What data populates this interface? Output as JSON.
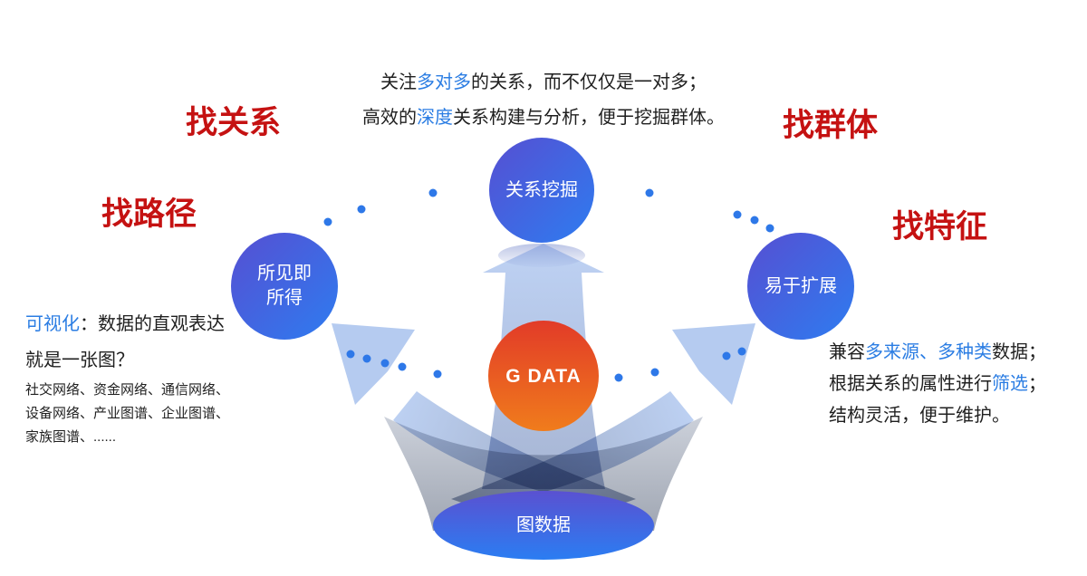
{
  "palette": {
    "heading_red": "#c51212",
    "highlight_blue": "#2b7de3",
    "text_dark": "#1f1f1f",
    "node_blue_gradient_from": "#564fd2",
    "node_blue_gradient_to": "#2e7cf0",
    "center_orange_from": "#e23b28",
    "center_orange_to": "#f07c1c",
    "arrow_light_blue": "#b5cbf0",
    "dot_blue": "#2e78e8"
  },
  "top_note": {
    "line1": [
      {
        "t": "关注"
      },
      {
        "t": "多对多",
        "highlight": true
      },
      {
        "t": "的关系，而不仅仅是一对多；"
      }
    ],
    "line2": [
      {
        "t": "高效的"
      },
      {
        "t": "深度",
        "highlight": true
      },
      {
        "t": "关系构建与分析，便于挖掘群体。"
      }
    ]
  },
  "headings": {
    "find_relations": "找关系",
    "find_groups": "找群体",
    "find_paths": "找路径",
    "find_features": "找特征"
  },
  "nodes": {
    "top": {
      "label": "关系挖掘"
    },
    "left": {
      "label_line1": "所见即",
      "label_line2": "所得"
    },
    "right": {
      "label": "易于扩展"
    },
    "center": {
      "label": "G DATA"
    },
    "bottom": {
      "label": "图数据"
    }
  },
  "left_panel": {
    "line1": [
      {
        "t": "可视化",
        "highlight": true
      },
      {
        "t": "：数据的直观表达"
      }
    ],
    "line2": "就是一张图？",
    "small_lines": [
      "社交网络、资金网络、通信网络、",
      "设备网络、产业图谱、企业图谱、",
      "家族图谱、......"
    ]
  },
  "right_panel": {
    "line1": [
      {
        "t": "兼容"
      },
      {
        "t": "多来源、多种类",
        "highlight": true
      },
      {
        "t": "数据；"
      }
    ],
    "line2": [
      {
        "t": "根据关系的属性进行"
      },
      {
        "t": "筛选",
        "highlight": true
      },
      {
        "t": "；"
      }
    ],
    "line3": [
      {
        "t": "结构灵活，便于维护。"
      }
    ]
  }
}
